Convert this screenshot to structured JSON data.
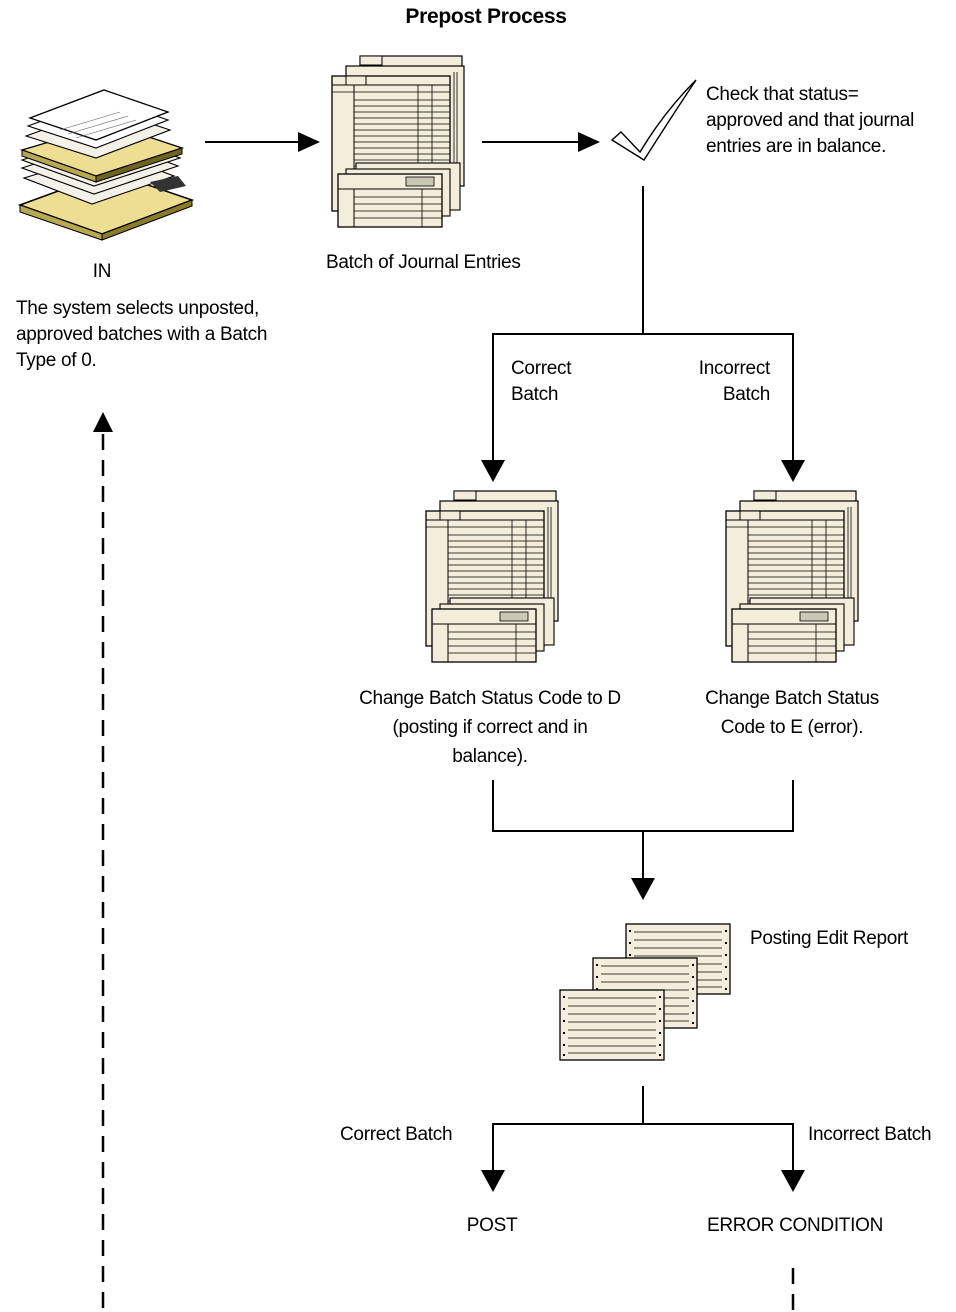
{
  "title": "Prepost Process",
  "nodes": {
    "in_label": "IN",
    "in_description": "The system selects unposted,\napproved batches with a Batch\nType of 0.",
    "batch_label": "Batch of Journal Entries",
    "check_label": "Check that status=\napproved and that journal\nentries are in balance.",
    "correct_branch_label": "Correct\nBatch",
    "incorrect_branch_label": "Incorrect\nBatch",
    "change_d_label": "Change Batch Status Code to D\n(posting if correct and in\nbalance).",
    "change_e_label": "Change Batch Status\nCode to E (error).",
    "report_label": "Posting Edit Report",
    "correct_batch_label": "Correct Batch",
    "incorrect_batch_label": "Incorrect Batch",
    "post_label": "POST",
    "error_label": "ERROR CONDITION"
  },
  "icons": {
    "in_tray": "stacked-paper-tray-icon",
    "journal_stack": "journal-entries-stack-icon",
    "check": "checkmark-icon",
    "report": "report-pages-icon"
  },
  "colors": {
    "paper": "#f3eedb",
    "tray": "#eede93",
    "line": "#000000"
  }
}
